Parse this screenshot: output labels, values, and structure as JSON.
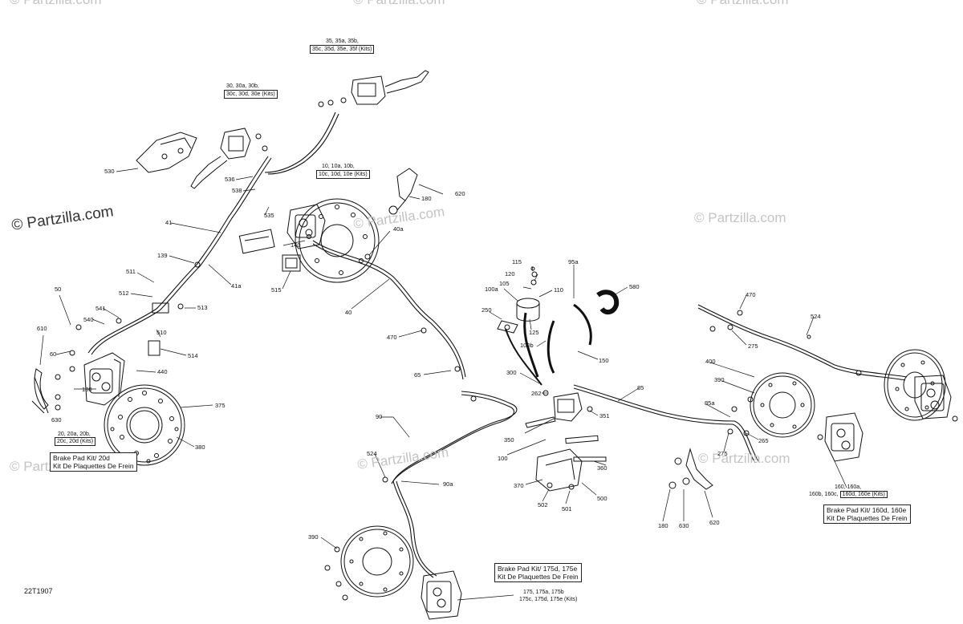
{
  "watermark": "© Partzilla.com",
  "diagram_code": "22T1907",
  "callouts": {
    "c30": "30",
    "c30b": "30, 30a, 30b,",
    "c30c": "30c, 30d, 30e (Kits)",
    "c35": "35, 35a, 35b,",
    "c35c": "35c, 35d, 35e, 35f (Kits)",
    "c10": "10, 10a, 10b,",
    "c10c": "10c, 10d, 10e (Kits)",
    "c20": "20, 20a, 20b,",
    "c20c": "20c, 20d (Kits)",
    "c160": "160, 160a,",
    "c160b": "160b, 160c,",
    "c160d": "160d, 160e (Kits)",
    "c175": "175, 175a, 175b",
    "c175c": "175c, 175d, 175e (Kits)"
  },
  "kits": {
    "left_1": "Brake Pad Kit/ 20d",
    "left_2": "Kit De Plaquettes De Frein",
    "right_1": "Brake Pad Kit/ 160d, 160e",
    "right_2": "Kit De Plaquettes De Frein",
    "bottom_1": "Brake Pad Kit/ 175d, 175e",
    "bottom_2": "Kit De Plaquettes De Frein"
  },
  "labels": {
    "n530a": "530",
    "n536": "536",
    "n538": "538",
    "n535": "535",
    "n41": "41",
    "n139": "139",
    "n41a": "41a",
    "n511": "511",
    "n512": "512",
    "n50": "50",
    "n541": "541",
    "n540": "540",
    "n513": "513",
    "n510": "510",
    "n610": "610",
    "n60": "60",
    "n514": "514",
    "n440": "440",
    "n180a": "180",
    "n630a": "630",
    "n375": "375",
    "n380": "380",
    "n620a": "620",
    "n180b": "180",
    "n40a": "40a",
    "n140": "140",
    "n515": "515",
    "n40": "40",
    "n470a": "470",
    "n65": "65",
    "n90": "90",
    "n524a": "524",
    "n90a": "90a",
    "n390a": "390",
    "n115": "115",
    "n120": "120",
    "n105": "105",
    "n100a": "100a",
    "n110": "110",
    "n95a": "95a",
    "n580": "580",
    "n250": "250",
    "n125": "125",
    "n100b": "100b",
    "n150": "150",
    "n300": "300",
    "n262": "262",
    "n351": "351",
    "n350": "350",
    "n100": "100",
    "n360": "360",
    "n370": "370",
    "n500": "500",
    "n502": "502",
    "n501": "501",
    "n85": "85",
    "n85a": "85a",
    "n265": "265",
    "n275a": "275",
    "n275b": "275",
    "n470b": "470",
    "n524b": "524",
    "n400": "400",
    "n390b": "390",
    "n180c": "180",
    "n630b": "630",
    "n620b": "620"
  }
}
